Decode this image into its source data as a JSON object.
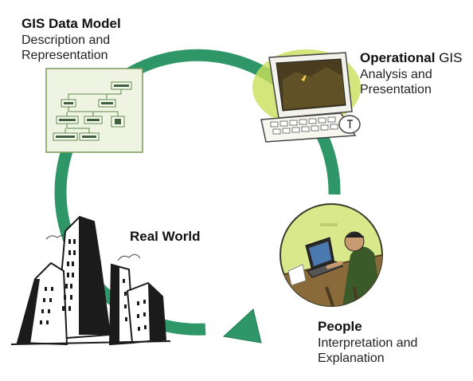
{
  "labels": {
    "model": {
      "title": "GIS Data Model",
      "line1": "Description and",
      "line2": "Representation"
    },
    "operational": {
      "title_a": "Operational",
      "title_b": "GIS",
      "line1": "Analysis and",
      "line2": "Presentation"
    },
    "real_world": {
      "title": "Real World"
    },
    "people": {
      "title": "People",
      "line1": "Interpretation and",
      "line2": "Explanation"
    }
  },
  "icons": [
    "schema-diagram-icon",
    "computer-icon",
    "person-at-laptop-icon",
    "city-buildings-icon",
    "cycle-arrow-icon"
  ],
  "colors": {
    "cycle": "#2f9668",
    "cycle_dark": "#1f7a52",
    "ink": "#111111",
    "lime": "#c9df5a",
    "paper": "#eef3e2",
    "skyline": "#1b1b1b"
  }
}
